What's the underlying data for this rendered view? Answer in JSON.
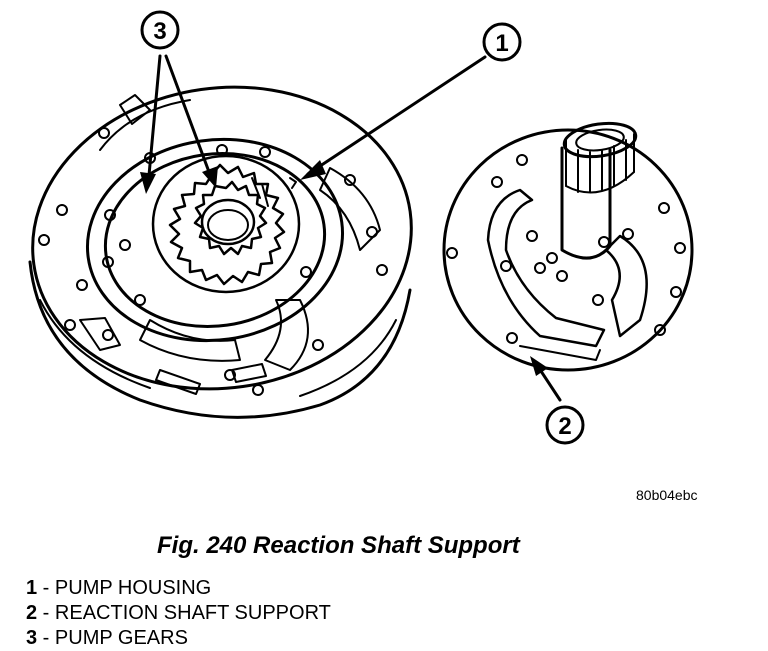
{
  "diagram": {
    "callouts": [
      {
        "id": "1",
        "label": "1"
      },
      {
        "id": "2",
        "label": "2"
      },
      {
        "id": "3",
        "label": "3"
      }
    ],
    "image_code": "80b04ebc"
  },
  "caption": "Fig. 240 Reaction Shaft Support",
  "legend": [
    {
      "num": "1",
      "sep": " - ",
      "text": "PUMP HOUSING"
    },
    {
      "num": "2",
      "sep": " - ",
      "text": "REACTION SHAFT SUPPORT"
    },
    {
      "num": "3",
      "sep": " - ",
      "text": "PUMP GEARS"
    }
  ]
}
